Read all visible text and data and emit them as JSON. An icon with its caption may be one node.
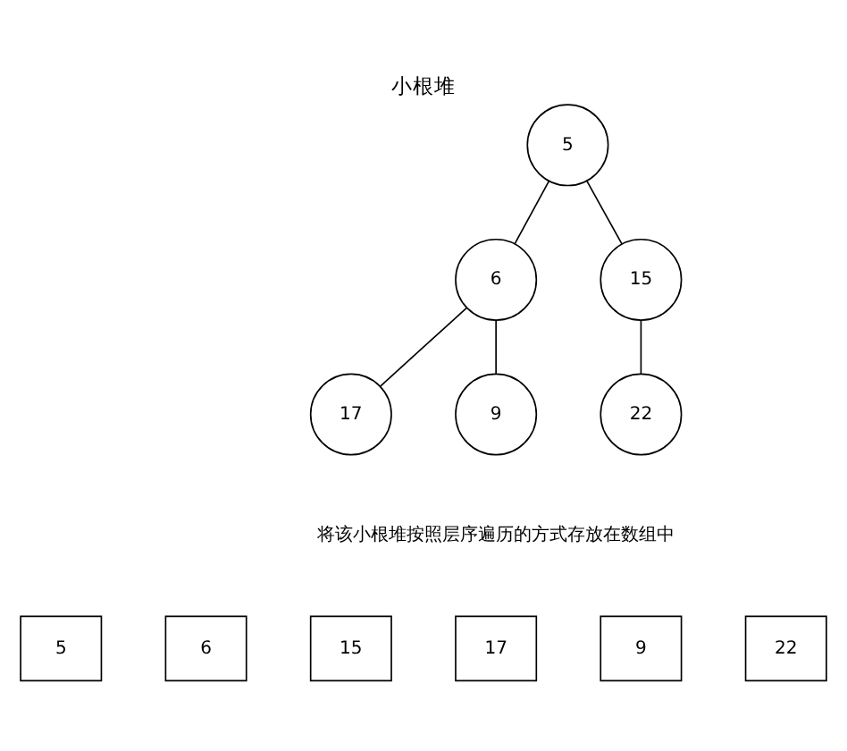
{
  "diagram": {
    "title": "小根堆",
    "nodes": [
      {
        "text": [
          "5"
        ]
      },
      {
        "text": [
          "6"
        ]
      },
      {
        "text": [
          "15"
        ]
      },
      {
        "text": [
          "17"
        ]
      },
      {
        "text": [
          "9"
        ]
      },
      {
        "text": [
          "22"
        ]
      },
      {
        "text": [
          "5"
        ]
      },
      {
        "text": [
          "6"
        ]
      },
      {
        "text": [
          "15"
        ]
      },
      {
        "text": [
          "17"
        ]
      },
      {
        "text": [
          "9"
        ]
      },
      {
        "text": [
          "22"
        ]
      }
    ],
    "edges": [
      {
        "from": 0,
        "to": 1,
        "arrow": "none"
      },
      {
        "from": 0,
        "to": 2,
        "arrow": "none"
      },
      {
        "from": 1,
        "to": 3,
        "arrow": "none"
      },
      {
        "from": 1,
        "to": 4,
        "arrow": "none"
      },
      {
        "from": 2,
        "to": 5,
        "arrow": "none"
      }
    ],
    "labels": [
      "将该小根堆按照层序遍历的方式存放在数组中"
    ]
  }
}
